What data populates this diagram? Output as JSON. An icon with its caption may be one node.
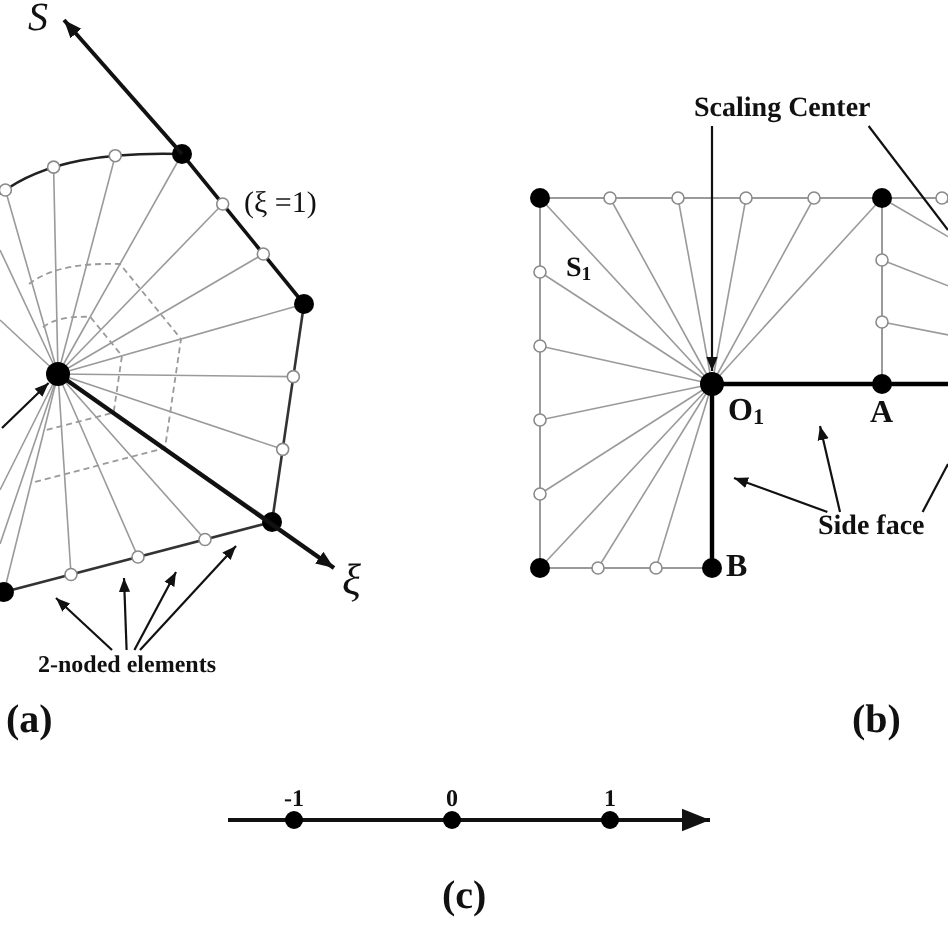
{
  "diagram": {
    "nodes": [
      {
        "text": [],
        "shape": "circle"
      },
      {
        "text": [
          "2-noded elements"
        ]
      },
      {
        "text": [
          "Scaling Center"
        ]
      },
      {
        "text": [],
        "shape": "circle",
        "beside": [
          "O$_{1}$"
        ]
      },
      {
        "text": [
          "Side face"
        ]
      }
    ],
    "edges": [
      {
        "from": null,
        "to": 0,
        "arrow": "to"
      },
      {
        "from": 1,
        "to": null,
        "arrow": "to"
      },
      {
        "from": 1,
        "to": null,
        "arrow": "to"
      },
      {
        "from": 1,
        "to": null,
        "arrow": "to"
      },
      {
        "from": 1,
        "to": null,
        "arrow": "to"
      },
      {
        "from": 2,
        "to": 3,
        "arrow": "to"
      },
      {
        "from": 2,
        "to": null,
        "arrow": "none"
      },
      {
        "from": 4,
        "to": null,
        "arrow": "to"
      },
      {
        "from": 4,
        "to": null,
        "arrow": "to"
      },
      {
        "from": 4,
        "to": null,
        "arrow": "none"
      }
    ],
    "labels": [
      "S",
      "(ξ =1)",
      "ξ",
      "(a)",
      "S$_{1}$",
      "A",
      "B",
      "(b)",
      "-1",
      "0",
      "1",
      "(c)"
    ]
  }
}
